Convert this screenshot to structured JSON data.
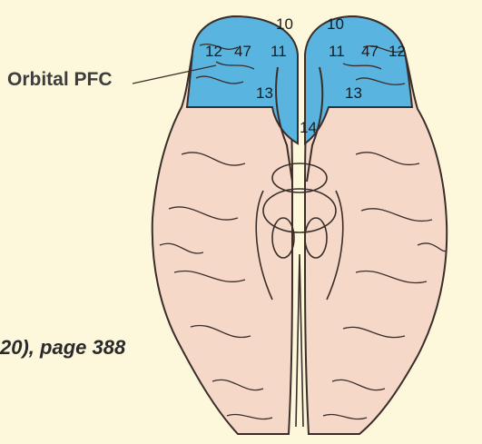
{
  "figure": {
    "callout_label": "Orbital PFC",
    "caption": "20), page 388",
    "brodmann_left": [
      "10",
      "12",
      "47",
      "11",
      "13"
    ],
    "brodmann_right": [
      "10",
      "11",
      "47",
      "12",
      "13"
    ],
    "brodmann_midline": "14",
    "colors": {
      "background": "#fdf8dc",
      "orbital_region": "#5ab4e0",
      "brain_tissue": "#f6d8c8",
      "outline": "#3a2e2a"
    }
  }
}
